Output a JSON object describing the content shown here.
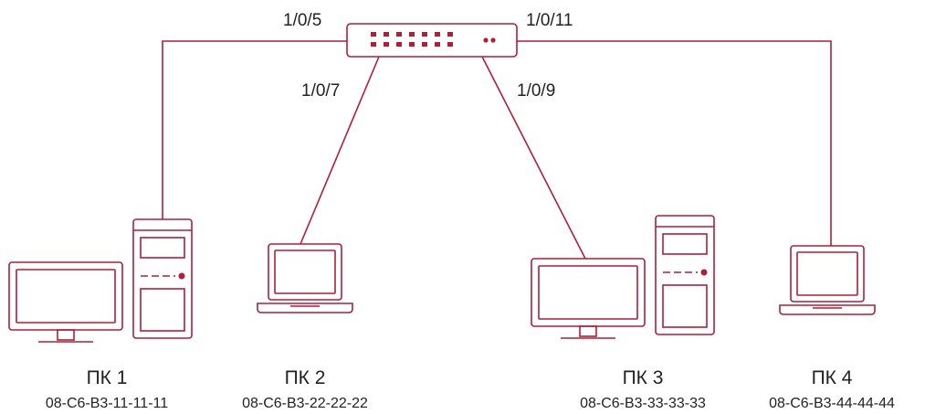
{
  "switch": {
    "ports": {
      "p5": "1/0/5",
      "p7": "1/0/7",
      "p9": "1/0/9",
      "p11": "1/0/11"
    }
  },
  "pcs": [
    {
      "name": "ПК 1",
      "mac": "08-C6-B3-11-11-11",
      "type": "desktop"
    },
    {
      "name": "ПК 2",
      "mac": "08-C6-B3-22-22-22",
      "type": "laptop"
    },
    {
      "name": "ПК 3",
      "mac": "08-C6-B3-33-33-33",
      "type": "desktop"
    },
    {
      "name": "ПК 4",
      "mac": "08-C6-B3-44-44-44",
      "type": "laptop"
    }
  ],
  "colors": {
    "accent": "#b01e38",
    "text": "#222222"
  }
}
